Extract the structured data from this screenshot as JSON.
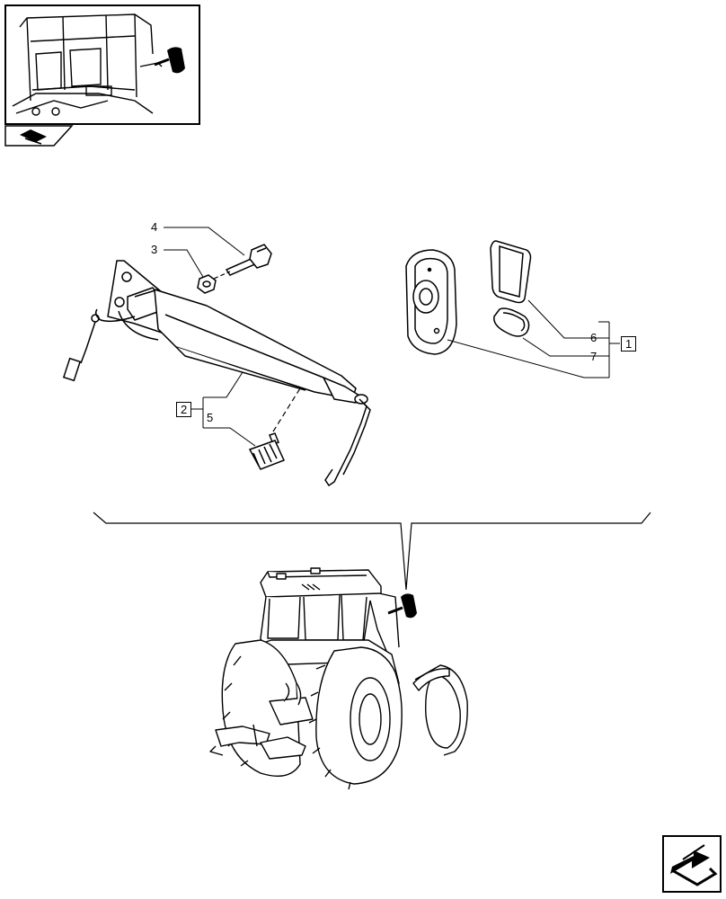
{
  "callouts": {
    "c1": "1",
    "c2": "2",
    "c3": "3",
    "c4": "4",
    "c5": "5",
    "c6": "6",
    "c7": "7"
  },
  "icons": {
    "thumbnail_badge": "page-flip-icon",
    "next_page": "next-page-arrow-icon"
  }
}
